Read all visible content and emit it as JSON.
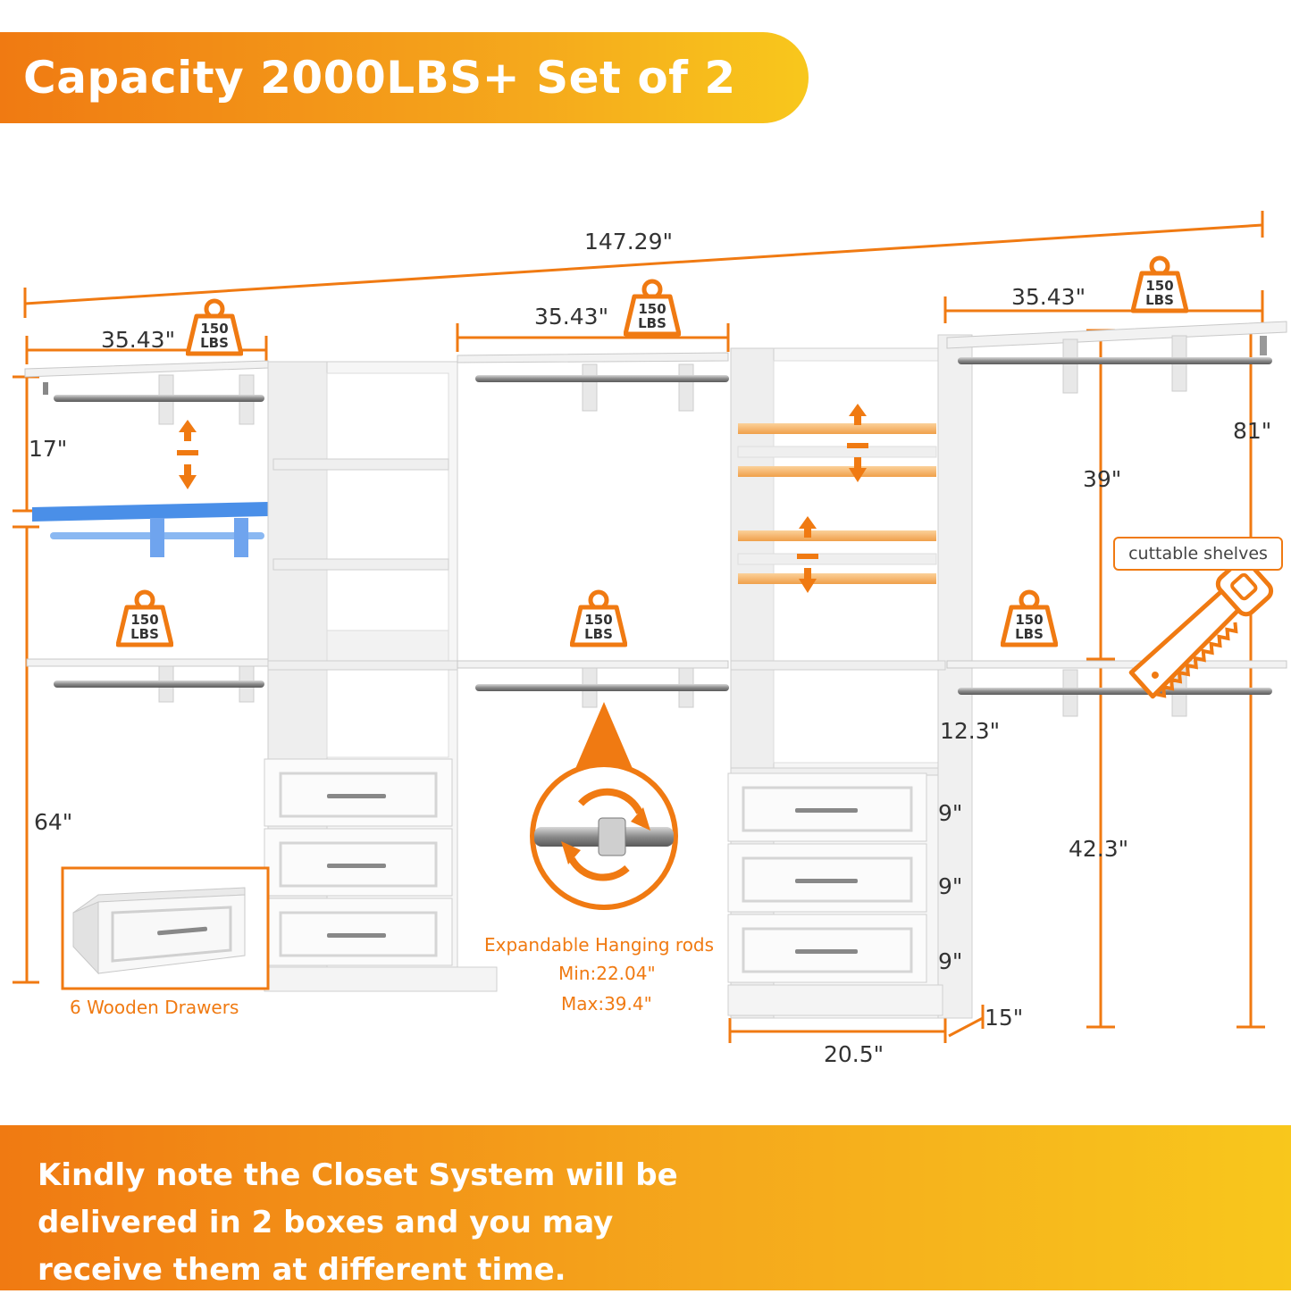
{
  "banner": {
    "title": "Capacity 2000LBS+ Set of 2"
  },
  "dimensions": {
    "total_width": "147.29\"",
    "section_left_width": "35.43\"",
    "section_middle_width": "35.43\"",
    "section_right_width": "35.43\"",
    "shelf_gap": "17\"",
    "left_height": "64\"",
    "right_upper": "39\"",
    "right_lower": "42.3\"",
    "total_height": "81\"",
    "cubby_height": "12.3\"",
    "drawer_1": "9\"",
    "drawer_2": "9\"",
    "drawer_3": "9\"",
    "tower_width": "20.5\"",
    "tower_depth": "15\""
  },
  "weight_badges": [
    {
      "value": "150",
      "unit": "LBS"
    },
    {
      "value": "150",
      "unit": "LBS"
    },
    {
      "value": "150",
      "unit": "LBS"
    },
    {
      "value": "150",
      "unit": "LBS"
    },
    {
      "value": "150",
      "unit": "LBS"
    },
    {
      "value": "150",
      "unit": "LBS"
    }
  ],
  "labels": {
    "cuttable_shelves": "cuttable shelves",
    "expandable_rods": "Expandable Hanging rods",
    "rod_min": "Min:22.04\"",
    "rod_max": "Max:39.4\"",
    "drawers": "6 Wooden Drawers"
  },
  "footer": {
    "note": "Kindly note the Closet System will be delivered in 2 boxes and you may receive them at different time."
  },
  "icons": [
    "weight-icon",
    "saw-icon",
    "box-icon",
    "arrow-up-icon",
    "arrow-down-icon",
    "rotate-icon"
  ],
  "colors": {
    "accent": "#f07a12",
    "accent_light": "#f8c71c",
    "highlight_shelf": "#4a8fe8",
    "adjust_shelf": "#f2a34a"
  }
}
